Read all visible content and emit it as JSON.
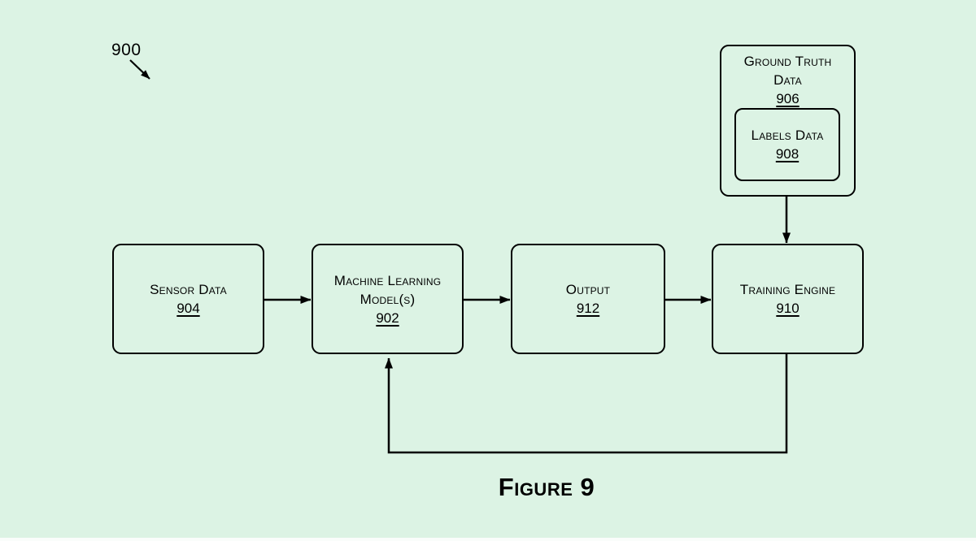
{
  "figure": {
    "reference_number": "900",
    "caption": "Figure 9"
  },
  "colors": {
    "background": "#dcf3e4",
    "line": "#000000"
  },
  "nodes": {
    "sensor_data": {
      "label": "Sensor Data",
      "ref": "904"
    },
    "ml_models": {
      "label": "Machine Learning Model(s)",
      "ref": "902"
    },
    "output": {
      "label": "Output",
      "ref": "912"
    },
    "training_engine": {
      "label": "Training Engine",
      "ref": "910"
    },
    "ground_truth": {
      "label": "Ground Truth Data",
      "ref": "906"
    },
    "labels_data": {
      "label": "Labels Data",
      "ref": "908"
    }
  },
  "edges": [
    {
      "from": "sensor_data",
      "to": "ml_models",
      "type": "forward"
    },
    {
      "from": "ml_models",
      "to": "output",
      "type": "forward"
    },
    {
      "from": "output",
      "to": "training_engine",
      "type": "forward"
    },
    {
      "from": "ground_truth",
      "to": "training_engine",
      "type": "forward"
    },
    {
      "from": "training_engine",
      "to": "ml_models",
      "type": "feedback"
    }
  ]
}
